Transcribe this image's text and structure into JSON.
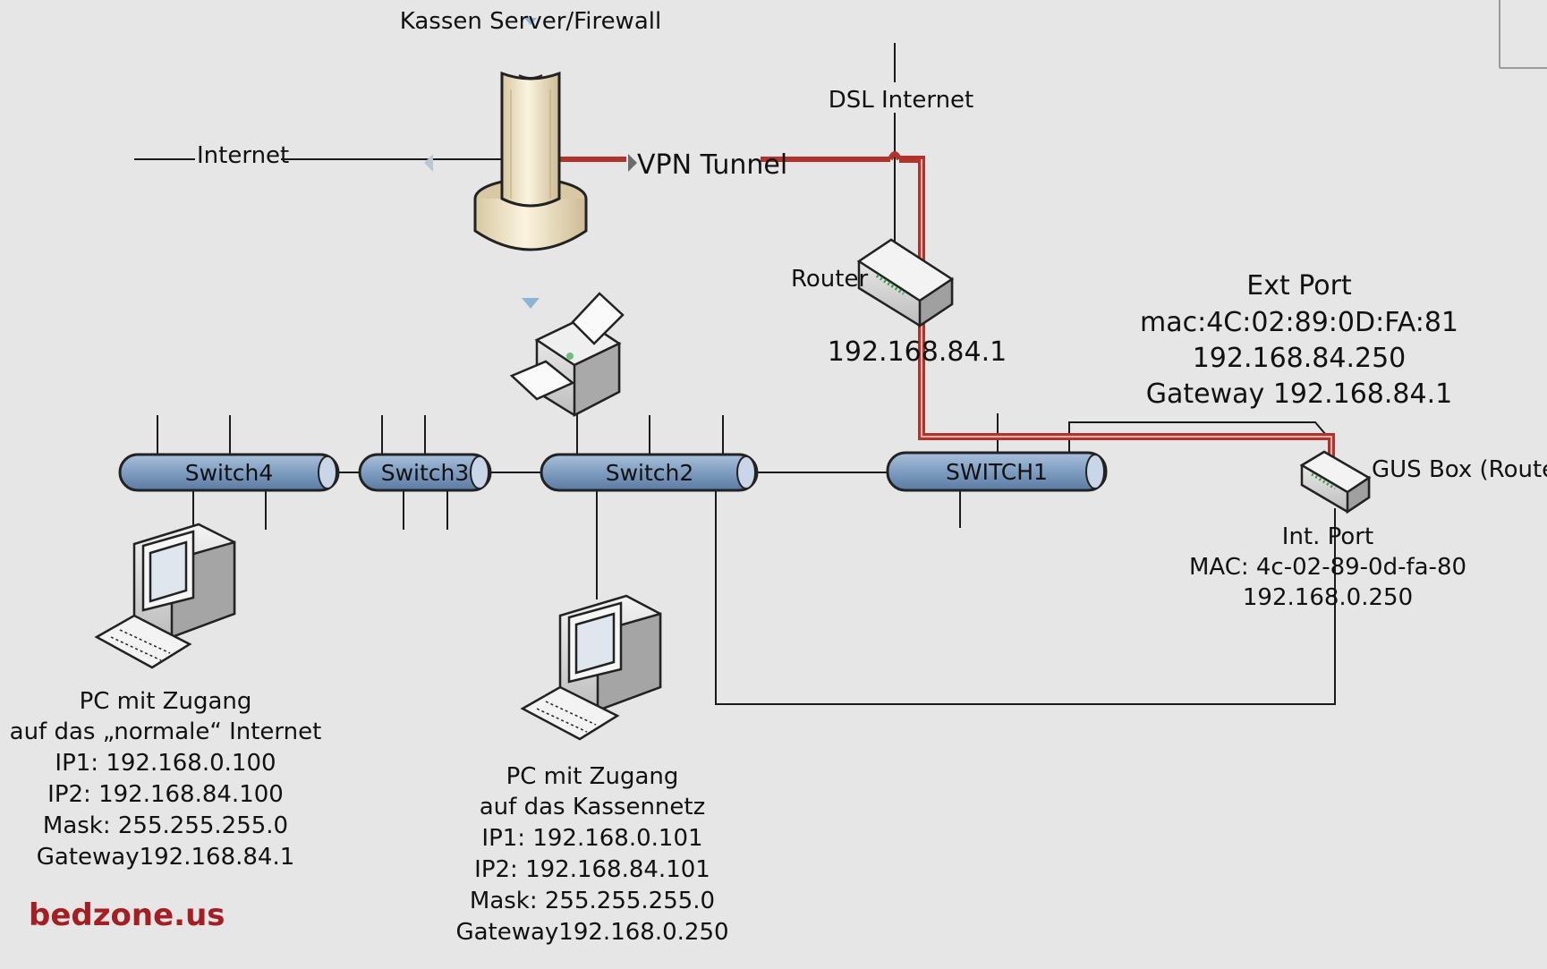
{
  "diagram": {
    "labels": {
      "server": "Kassen Server/Firewall",
      "internet": "Internet",
      "vpn": "VPN Tunnel",
      "dsl": "DSL Internet",
      "router": "Router",
      "router_ip": "192.168.84.1",
      "ext_port": "Ext Port",
      "ext_mac": "mac:4C:02:89:0D:FA:81",
      "ext_ip": "192.168.84.250",
      "ext_gateway": "Gateway 192.168.84.1",
      "gus_box": "GUS Box (Router)",
      "int_port": "Int. Port",
      "int_mac": "MAC: 4c-02-89-0d-fa-80",
      "int_ip": "192.168.0.250"
    },
    "switches": {
      "switch4": "Switch4",
      "switch3": "Switch3",
      "switch2": "Switch2",
      "switch1": "SWITCH1"
    },
    "pc_left": [
      "PC mit Zugang",
      "auf das „normale“ Internet",
      "IP1: 192.168.0.100",
      "IP2: 192.168.84.100",
      "Mask: 255.255.255.0",
      "Gateway192.168.84.1"
    ],
    "pc_center": [
      "PC mit Zugang",
      "auf das Kassennetz",
      "IP1: 192.168.0.101",
      "IP2: 192.168.84.101",
      "Mask: 255.255.255.0",
      "Gateway192.168.0.250"
    ],
    "watermark": "bedzone.us",
    "colors": {
      "background": "#e6e6e6",
      "vpn_line": "#b0332c",
      "switch_fill": "#7f9dc0",
      "watermark": "#a31f24"
    }
  }
}
